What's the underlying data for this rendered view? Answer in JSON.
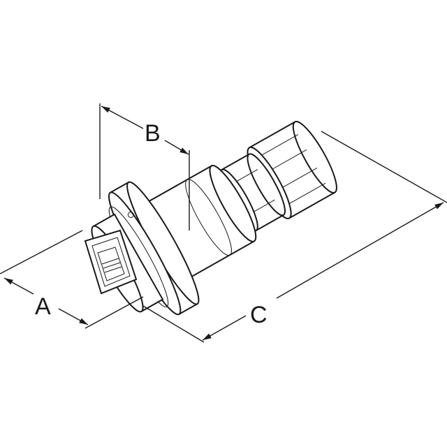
{
  "diagram": {
    "dimensions": [
      {
        "id": "A",
        "label": "A"
      },
      {
        "id": "B",
        "label": "B"
      },
      {
        "id": "C",
        "label": "C"
      }
    ],
    "colors": {
      "line": "#1a1a1a",
      "background": "#ffffff"
    }
  }
}
